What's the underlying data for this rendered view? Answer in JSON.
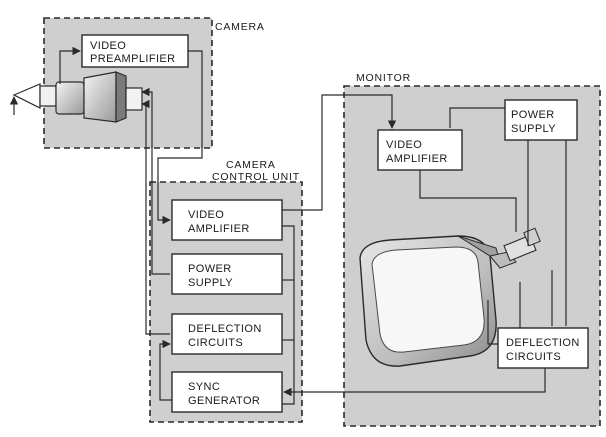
{
  "regions": {
    "camera": "CAMERA",
    "ccu_line1": "CAMERA",
    "ccu_line2": "CONTROL UNIT",
    "monitor": "MONITOR"
  },
  "blocks": {
    "video_preamplifier": [
      "VIDEO",
      "PREAMPLIFIER"
    ],
    "ccu_video_amplifier": [
      "VIDEO",
      "AMPLIFIER"
    ],
    "ccu_power_supply": [
      "POWER",
      "SUPPLY"
    ],
    "ccu_deflection_circuits": [
      "DEFLECTION",
      "CIRCUITS"
    ],
    "sync_generator": [
      "SYNC",
      "GENERATOR"
    ],
    "monitor_video_amplifier": [
      "VIDEO",
      "AMPLIFIER"
    ],
    "monitor_power_supply": [
      "POWER",
      "SUPPLY"
    ],
    "monitor_deflection_circuits": [
      "DEFLECTION",
      "CIRCUITS"
    ]
  },
  "colors": {
    "region_fill": "#cfcfcf",
    "line": "#2a2a2a",
    "block_fill": "#ffffff"
  }
}
